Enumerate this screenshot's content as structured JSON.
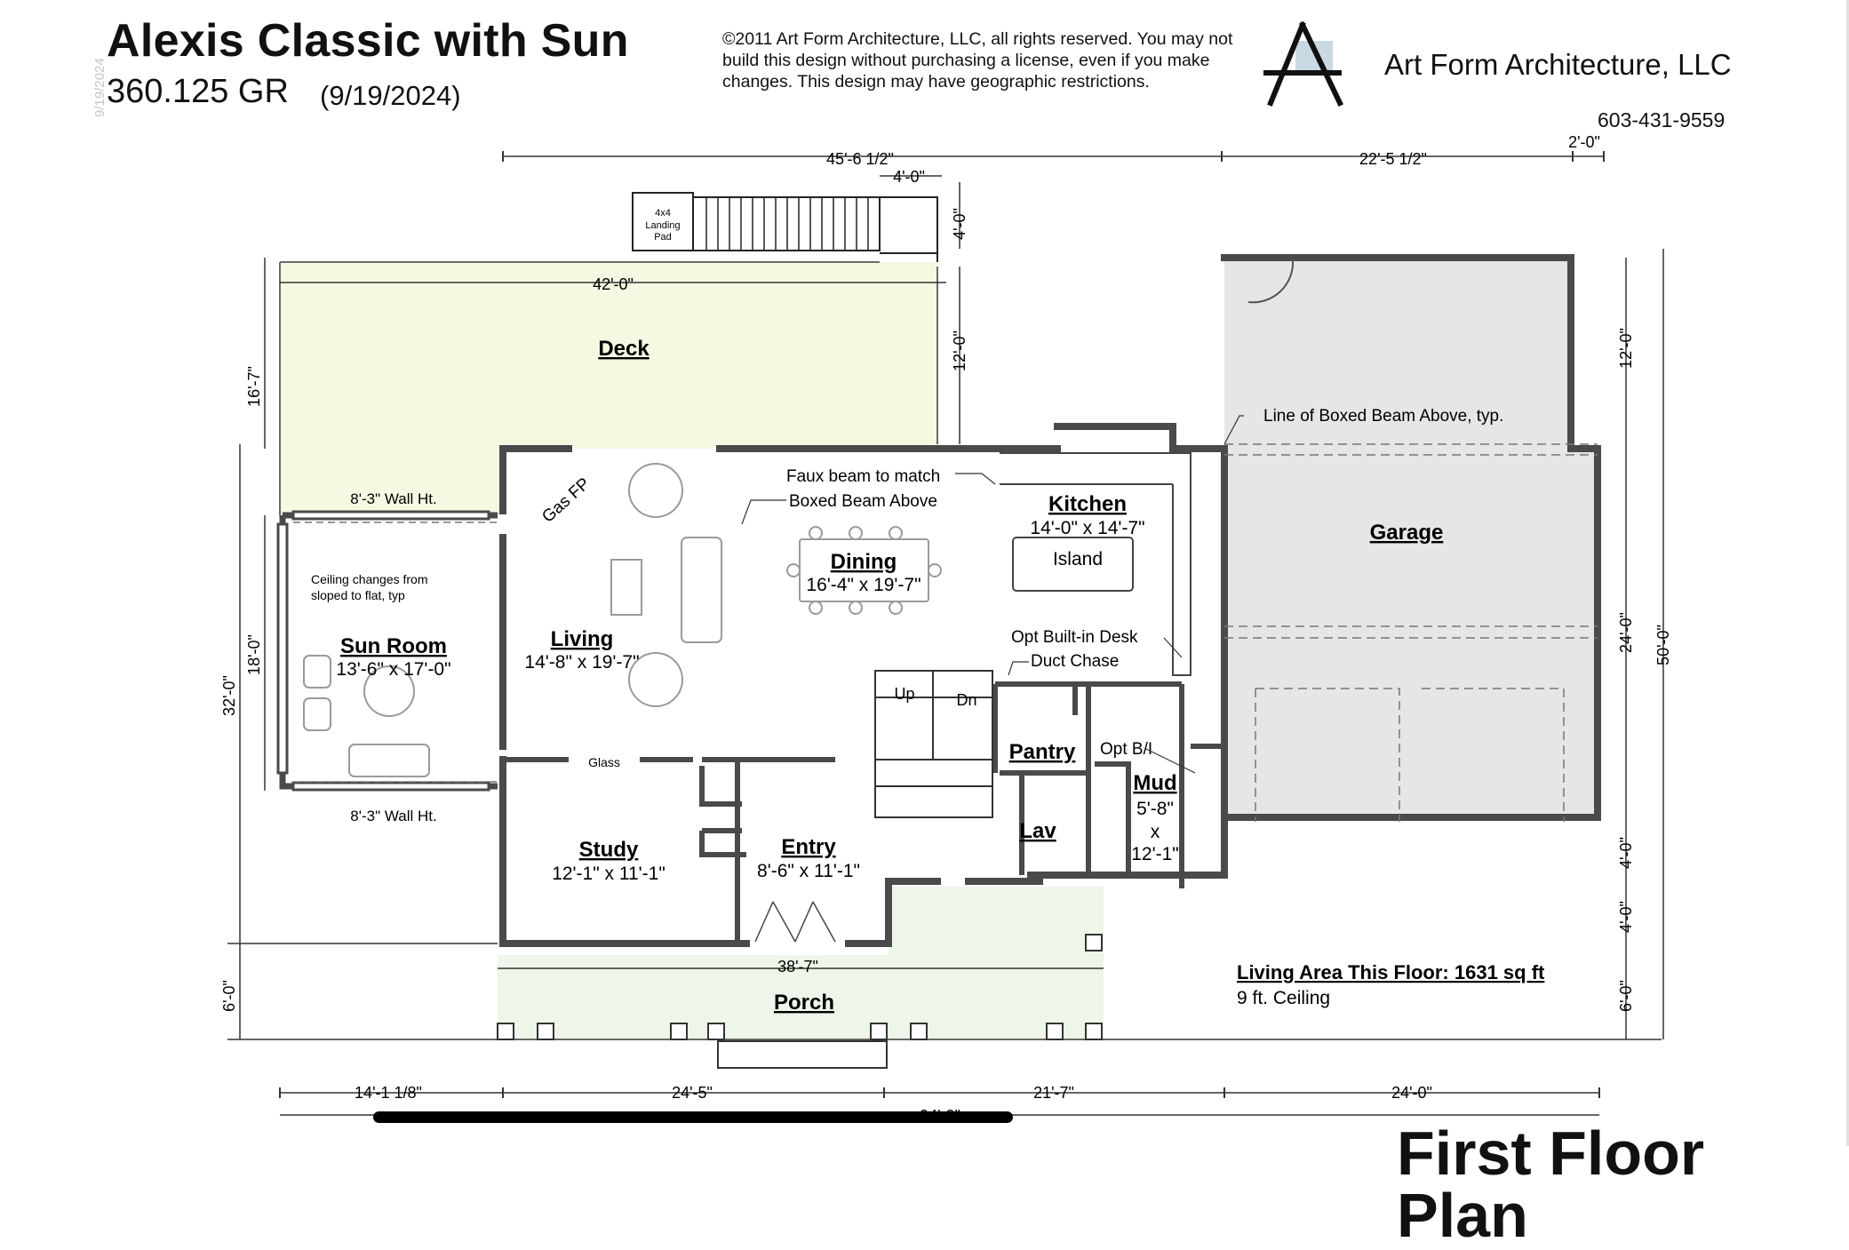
{
  "header": {
    "vertical_date": "9/19/2024",
    "title": "Alexis Classic with Sun",
    "plan_number": "360.125 GR",
    "plan_date": "(9/19/2024)",
    "copyright_lines": [
      "©2011 Art Form Architecture, LLC, all rights reserved. You may not",
      "build this design without purchasing a license, even if you make",
      "changes. This design may have geographic restrictions."
    ],
    "firm_name": "Art Form Architecture, LLC",
    "phone": "603-431-9559"
  },
  "rooms": {
    "deck": {
      "name": "Deck"
    },
    "sun_room": {
      "name": "Sun Room",
      "size": "13'-6\" x 17'-0\""
    },
    "living": {
      "name": "Living",
      "size": "14'-8\" x 19'-7\""
    },
    "dining": {
      "name": "Dining",
      "size": "16'-4\" x 19'-7\""
    },
    "kitchen": {
      "name": "Kitchen",
      "size": "14'-0\" x 14'-7\""
    },
    "island": {
      "name": "Island"
    },
    "garage": {
      "name": "Garage"
    },
    "study": {
      "name": "Study",
      "size": "12'-1\" x 11'-1\""
    },
    "entry": {
      "name": "Entry",
      "size": "8'-6\" x 11'-1\""
    },
    "pantry": {
      "name": "Pantry"
    },
    "lav": {
      "name": "Lav"
    },
    "mud": {
      "name": "Mud",
      "size_lines": [
        "5'-8\"",
        "x",
        "12'-1\""
      ]
    },
    "porch": {
      "name": "Porch"
    }
  },
  "notes": {
    "landing_pad": [
      "4x4",
      "Landing",
      "Pad"
    ],
    "gas_fp": "Gas FP",
    "wall_ht_top": "8'-3\" Wall Ht.",
    "wall_ht_bottom": "8'-3\" Wall Ht.",
    "ceiling_change": [
      "Ceiling changes from",
      "sloped to flat, typ"
    ],
    "faux_beam": "Faux beam to match",
    "boxed_beam": "Boxed Beam Above",
    "line_boxed_beam": "Line of Boxed Beam Above, typ.",
    "opt_desk": "Opt Built-in Desk",
    "duct_chase": "Duct Chase",
    "opt_bi": "Opt B/I",
    "glass": "Glass",
    "stairs_up": "Up",
    "stairs_down": "Dn",
    "living_area": "Living Area This Floor: 1631 sq ft",
    "ceiling": "9 ft. Ceiling"
  },
  "dimensions": {
    "top_main": "45'-6 1/2\"",
    "top_garage": "22'-5 1/2\"",
    "top_right": "2'-0\"",
    "stair_width": "4'-0\"",
    "stair_depth": "4'-0\"",
    "deck_width": "42'-0\"",
    "deck_depth": "12'-0\"",
    "deck_left": "16'-7\"",
    "left_total": "32'-0\"",
    "sunroom_depth": "18'-0\"",
    "porch_left": "6'-0\"",
    "porch_width": "38'-7\"",
    "garage_top": "12'-0\"",
    "garage_mid": "24'-0\"",
    "garage_b1": "4'-0\"",
    "garage_b2": "4'-0\"",
    "garage_b3": "6'-0\"",
    "right_total": "50'-0\"",
    "bottom": [
      "14'-1 1/8\"",
      "24'-5\"",
      "21'-7\"",
      "24'-0\""
    ],
    "bottom_partial": "94'-0\""
  },
  "footer": {
    "title": "First Floor Plan"
  },
  "colors": {
    "deck_fill": "#f6f8e2",
    "porch_fill": "#eef6ea",
    "garage_fill": "#e6e6e6",
    "wall": "#4a4a4a",
    "logo_accent": "#c9d9e3"
  }
}
